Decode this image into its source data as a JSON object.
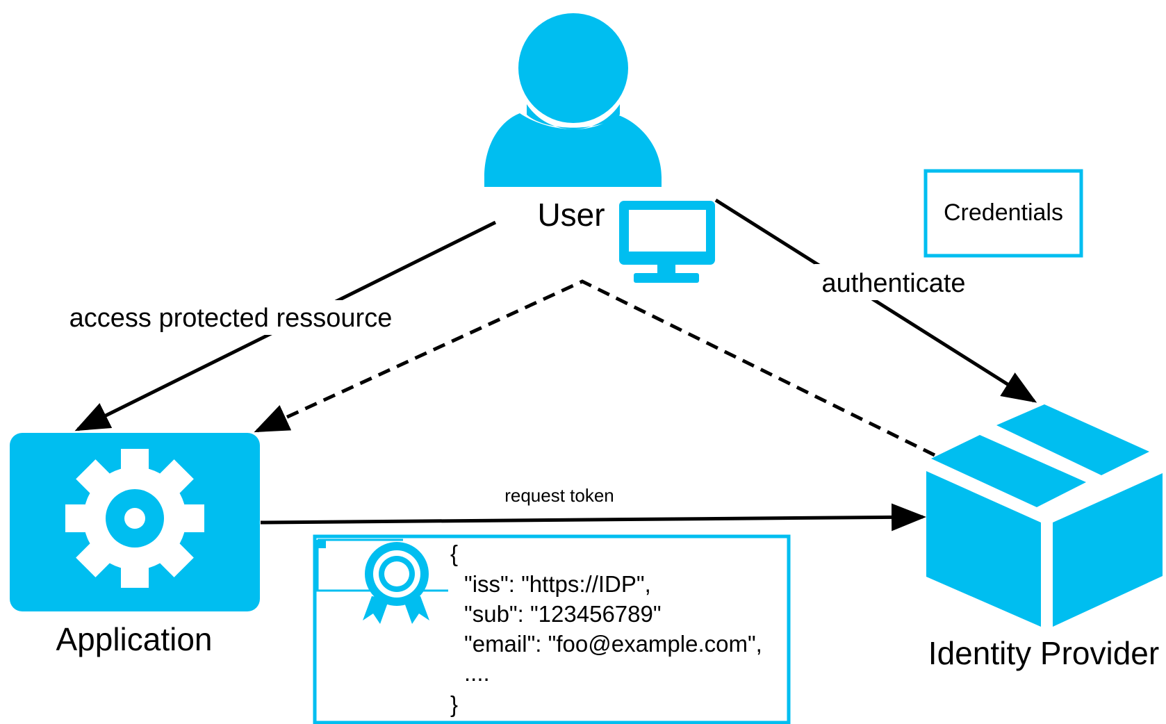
{
  "colors": {
    "accent": "#00BEF0",
    "line": "#000000",
    "background": "#FFFFFF"
  },
  "nodes": {
    "user": {
      "label": "User",
      "icon": "user-icon"
    },
    "monitor": {
      "icon": "monitor-icon"
    },
    "application": {
      "label": "Application",
      "icon": "gear-icon"
    },
    "identity_provider": {
      "label": "Identity Provider",
      "icon": "box-icon"
    },
    "credentials": {
      "label": "Credentials"
    }
  },
  "edges": {
    "access": {
      "label": "access protected ressource"
    },
    "authenticate": {
      "label": "authenticate"
    },
    "request_token": {
      "label": "request token"
    }
  },
  "token": {
    "icon": "certificate-icon",
    "lines": [
      "{",
      "\"iss\": \"https://IDP\",",
      "\"sub\": \"123456789\"",
      "\"email\": \"foo@example.com\",",
      "....",
      "}"
    ]
  }
}
